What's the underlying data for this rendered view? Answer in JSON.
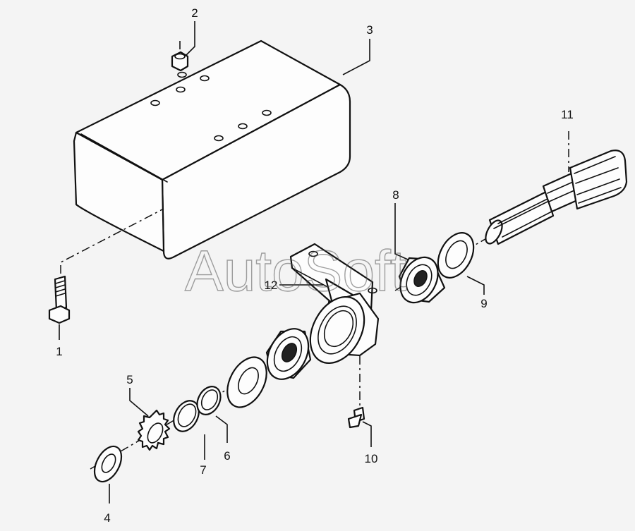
{
  "callouts": {
    "c1": "1",
    "c2": "2",
    "c3": "3",
    "c4": "4",
    "c5": "5",
    "c6": "6",
    "c7": "7",
    "c8": "8",
    "c9": "9",
    "c10": "10",
    "c11": "11",
    "c12": "12"
  },
  "watermark": "AutoSoft"
}
